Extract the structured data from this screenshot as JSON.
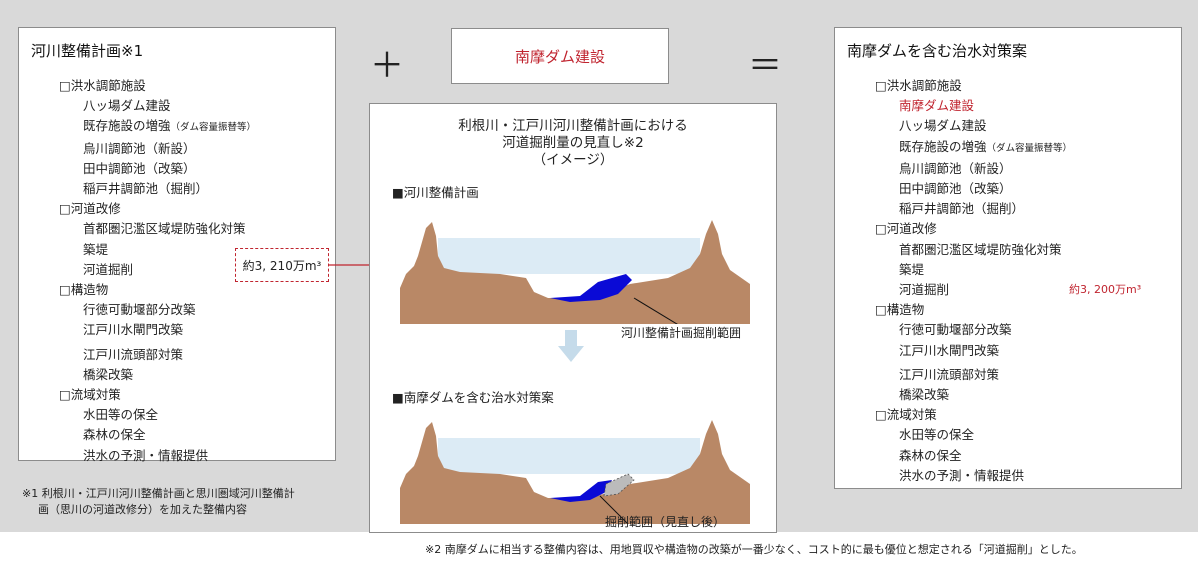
{
  "left": {
    "title": "河川整備計画※1",
    "items": [
      {
        "type": "cat",
        "text": "□洪水調節施設"
      },
      {
        "type": "sub",
        "text": "八ッ場ダム建設"
      },
      {
        "type": "sub",
        "text": "既存施設の増強",
        "small": "（ダム容量振替等）"
      },
      {
        "type": "sub",
        "text": "烏川調節池（新設）"
      },
      {
        "type": "sub",
        "text": "田中調節池（改築）"
      },
      {
        "type": "sub",
        "text": "稲戸井調節池（掘削）"
      },
      {
        "type": "cat",
        "text": "□河道改修"
      },
      {
        "type": "sub",
        "text": "首都圏氾濫区域堤防強化対策"
      },
      {
        "type": "sub",
        "text": "築堤"
      },
      {
        "type": "sub",
        "text": "河道掘削"
      },
      {
        "type": "cat",
        "text": "□構造物"
      },
      {
        "type": "sub",
        "text": "行徳可動堰部分改築"
      },
      {
        "type": "sub",
        "text": "江戸川水閘門改築"
      },
      {
        "type": "sub",
        "text": "江戸川流頭部対策",
        "gap": true
      },
      {
        "type": "sub",
        "text": "橋梁改築"
      },
      {
        "type": "cat",
        "text": "□流域対策"
      },
      {
        "type": "sub",
        "text": "水田等の保全"
      },
      {
        "type": "sub",
        "text": "森林の保全"
      },
      {
        "type": "sub",
        "text": "洪水の予測・情報提供"
      }
    ],
    "amount": "約3, 210万m³"
  },
  "plus": "＋",
  "equals": "＝",
  "dam_box": "南摩ダム建設",
  "center": {
    "title_line1": "利根川・江戸川河川整備計画における",
    "title_line2": "河道掘削量の見直し※2",
    "title_line3": "（イメージ）",
    "section1": "■河川整備計画",
    "callout1": "河川整備計画掘削範囲",
    "section2": "■南摩ダムを含む治水対策案",
    "callout2": "掘削範囲（見直し後）"
  },
  "right": {
    "title": "南摩ダムを含む治水対策案",
    "items": [
      {
        "type": "cat",
        "text": "□洪水調節施設"
      },
      {
        "type": "sub",
        "text": "南摩ダム建設",
        "red": true
      },
      {
        "type": "sub",
        "text": "八ッ場ダム建設"
      },
      {
        "type": "sub",
        "text": "既存施設の増強",
        "small": "（ダム容量振替等）"
      },
      {
        "type": "sub",
        "text": "烏川調節池（新設）"
      },
      {
        "type": "sub",
        "text": "田中調節池（改築）"
      },
      {
        "type": "sub",
        "text": "稲戸井調節池（掘削）"
      },
      {
        "type": "cat",
        "text": "□河道改修"
      },
      {
        "type": "sub",
        "text": "首都圏氾濫区域堤防強化対策"
      },
      {
        "type": "sub",
        "text": "築堤"
      },
      {
        "type": "sub",
        "text": "河道掘削"
      },
      {
        "type": "cat",
        "text": "□構造物"
      },
      {
        "type": "sub",
        "text": "行徳可動堰部分改築"
      },
      {
        "type": "sub",
        "text": "江戸川水閘門改築"
      },
      {
        "type": "sub",
        "text": "江戸川流頭部対策",
        "gap": true
      },
      {
        "type": "sub",
        "text": "橋梁改築"
      },
      {
        "type": "cat",
        "text": "□流域対策"
      },
      {
        "type": "sub",
        "text": "水田等の保全"
      },
      {
        "type": "sub",
        "text": "森林の保全"
      },
      {
        "type": "sub",
        "text": "洪水の予測・情報提供"
      }
    ],
    "amount": "約3, 200万m³"
  },
  "note1_line1": "※1 利根川・江戸川河川整備計画と思川圏域河川整備計",
  "note1_line2": "画（思川の河道改修分）を加えた整備内容",
  "note2": "※2 南摩ダムに相当する整備内容は、用地買収や構造物の改築が一番少なく、コスト的に最も優位と想定される「河道掘削」とした。",
  "colors": {
    "accent_red": "#c0242f",
    "excavation_blue": "#0a0ad6",
    "terrain": "#b98866",
    "water": "#dcebf5"
  }
}
